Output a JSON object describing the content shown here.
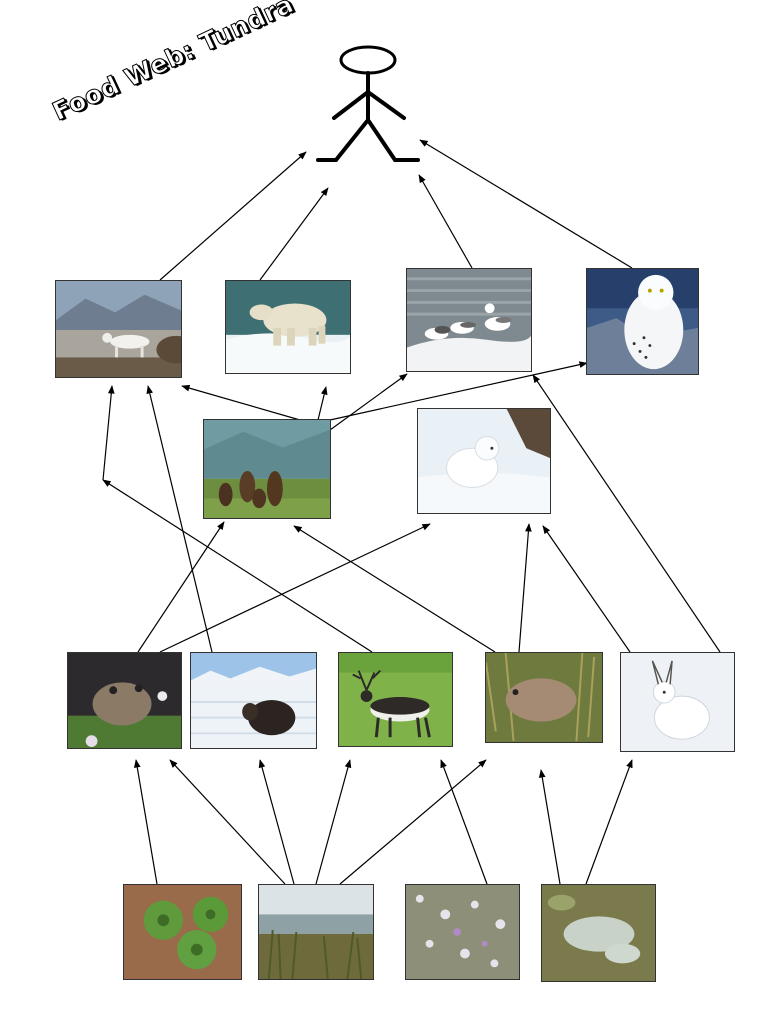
{
  "title": "Food Web: Tundra",
  "organisms": {
    "human": {
      "icon": "stick-figure-icon"
    },
    "arctic_wolf": {
      "icon": "arctic-wolf-photo"
    },
    "polar_bear": {
      "icon": "polar-bear-photo"
    },
    "gulls": {
      "icon": "gulls-photo"
    },
    "snowy_owl": {
      "icon": "snowy-owl-photo"
    },
    "brown_bears": {
      "icon": "grizzly-bears-photo"
    },
    "arctic_fox": {
      "icon": "arctic-fox-photo"
    },
    "pika": {
      "icon": "pika-photo"
    },
    "musk_ox": {
      "icon": "musk-ox-photo"
    },
    "caribou": {
      "icon": "caribou-photo"
    },
    "lemming": {
      "icon": "lemming-photo"
    },
    "arctic_hare": {
      "icon": "arctic-hare-photo"
    },
    "plant_rosette": {
      "icon": "green-plant-photo"
    },
    "sedge_grass": {
      "icon": "sedge-wetland-photo"
    },
    "flowers": {
      "icon": "tundra-flowers-photo"
    },
    "lichen": {
      "icon": "lichen-photo"
    }
  },
  "colors": {
    "arrow": "#000000",
    "title_fill": "#ffffff",
    "title_outline": "#000000"
  }
}
